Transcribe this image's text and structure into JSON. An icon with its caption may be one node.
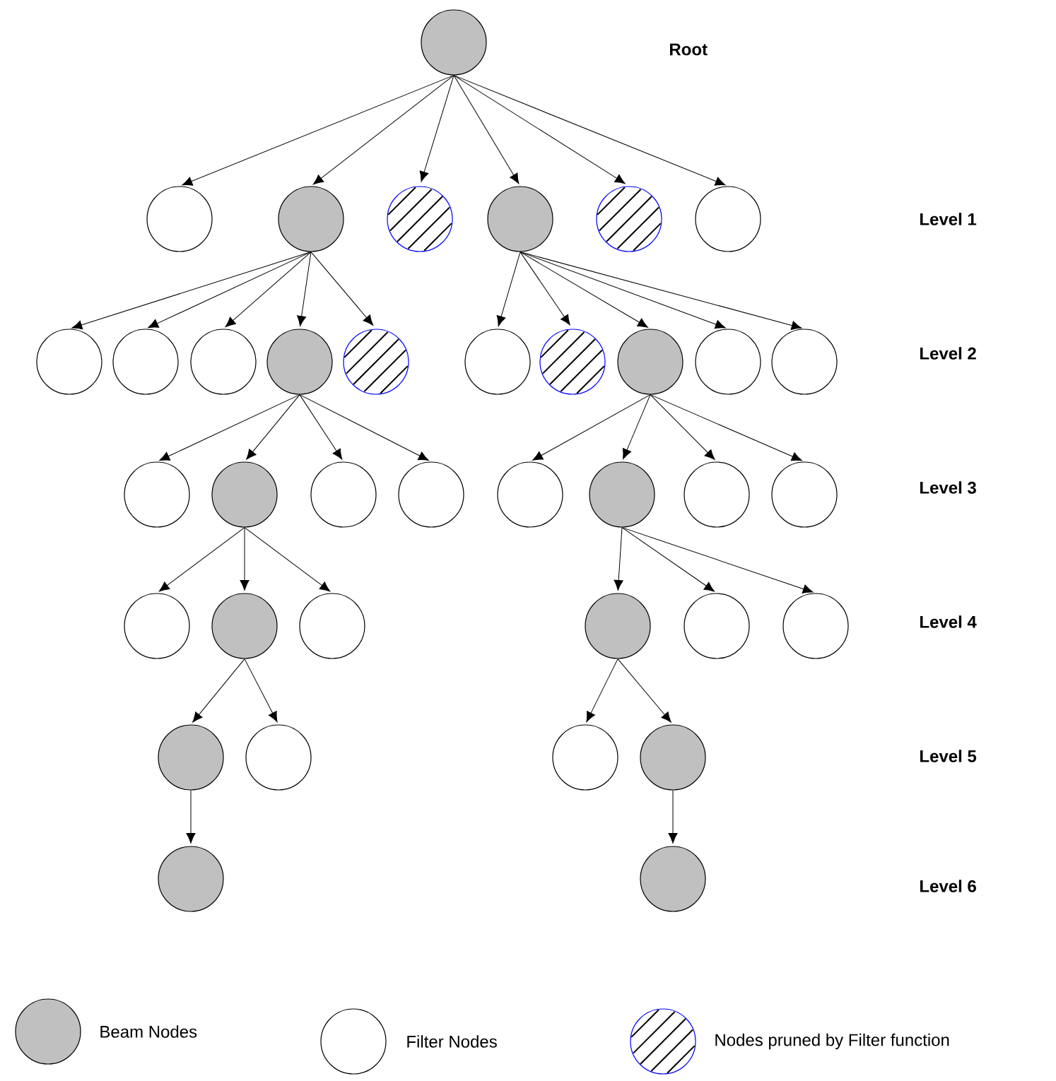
{
  "diagram": {
    "nodes": [
      {
        "text": [],
        "shape": "circle"
      },
      {
        "text": [],
        "shape": "circle"
      },
      {
        "text": [],
        "shape": "circle"
      },
      {
        "text": [],
        "shape": "circle"
      },
      {
        "text": [],
        "shape": "circle"
      },
      {
        "text": [],
        "shape": "circle"
      },
      {
        "text": [],
        "shape": "circle"
      },
      {
        "text": [],
        "shape": "circle"
      },
      {
        "text": [],
        "shape": "circle"
      },
      {
        "text": [],
        "shape": "circle"
      },
      {
        "text": [],
        "shape": "circle"
      },
      {
        "text": [],
        "shape": "circle"
      },
      {
        "text": [],
        "shape": "circle"
      },
      {
        "text": [],
        "shape": "circle"
      },
      {
        "text": [],
        "shape": "circle"
      },
      {
        "text": [],
        "shape": "circle"
      },
      {
        "text": [],
        "shape": "circle"
      },
      {
        "text": [],
        "shape": "circle"
      },
      {
        "text": [],
        "shape": "circle"
      },
      {
        "text": [],
        "shape": "circle"
      },
      {
        "text": [],
        "shape": "circle"
      },
      {
        "text": [],
        "shape": "circle"
      },
      {
        "text": [],
        "shape": "circle"
      },
      {
        "text": [],
        "shape": "circle"
      },
      {
        "text": [],
        "shape": "circle"
      },
      {
        "text": [],
        "shape": "circle"
      },
      {
        "text": [],
        "shape": "circle"
      },
      {
        "text": [],
        "shape": "circle"
      },
      {
        "text": [],
        "shape": "circle"
      },
      {
        "text": [],
        "shape": "circle"
      },
      {
        "text": [],
        "shape": "circle"
      },
      {
        "text": [],
        "shape": "circle"
      },
      {
        "text": [],
        "shape": "circle"
      },
      {
        "text": [],
        "shape": "circle"
      },
      {
        "text": [],
        "shape": "circle"
      },
      {
        "text": [],
        "shape": "circle"
      },
      {
        "text": [],
        "shape": "circle"
      }
    ],
    "edges": [
      {
        "from": 0,
        "to": 1,
        "arrow": "to"
      },
      {
        "from": 0,
        "to": 2,
        "arrow": "to"
      },
      {
        "from": 0,
        "to": 3,
        "arrow": "to"
      },
      {
        "from": 0,
        "to": 4,
        "arrow": "to"
      },
      {
        "from": 0,
        "to": 5,
        "arrow": "to"
      },
      {
        "from": 0,
        "to": 6,
        "arrow": "to"
      },
      {
        "from": 2,
        "to": 7,
        "arrow": "to"
      },
      {
        "from": 2,
        "to": 8,
        "arrow": "to"
      },
      {
        "from": 2,
        "to": 9,
        "arrow": "to"
      },
      {
        "from": 2,
        "to": 10,
        "arrow": "to"
      },
      {
        "from": 2,
        "to": 11,
        "arrow": "to"
      },
      {
        "from": 4,
        "to": 12,
        "arrow": "to"
      },
      {
        "from": 4,
        "to": 13,
        "arrow": "to"
      },
      {
        "from": 4,
        "to": 14,
        "arrow": "to"
      },
      {
        "from": 4,
        "to": 15,
        "arrow": "to"
      },
      {
        "from": 4,
        "to": 16,
        "arrow": "to"
      },
      {
        "from": 10,
        "to": 17,
        "arrow": "to"
      },
      {
        "from": 10,
        "to": 18,
        "arrow": "to"
      },
      {
        "from": 10,
        "to": 19,
        "arrow": "to"
      },
      {
        "from": 10,
        "to": 20,
        "arrow": "to"
      },
      {
        "from": 14,
        "to": 21,
        "arrow": "to"
      },
      {
        "from": 14,
        "to": 22,
        "arrow": "to"
      },
      {
        "from": 14,
        "to": 23,
        "arrow": "to"
      },
      {
        "from": 14,
        "to": 24,
        "arrow": "to"
      },
      {
        "from": 18,
        "to": 25,
        "arrow": "to"
      },
      {
        "from": 18,
        "to": 26,
        "arrow": "to"
      },
      {
        "from": 18,
        "to": 27,
        "arrow": "to"
      },
      {
        "from": 22,
        "to": 28,
        "arrow": "to"
      },
      {
        "from": 22,
        "to": 29,
        "arrow": "to"
      },
      {
        "from": 22,
        "to": 30,
        "arrow": "to"
      },
      {
        "from": 26,
        "to": 31,
        "arrow": "to"
      },
      {
        "from": 26,
        "to": 32,
        "arrow": "to"
      },
      {
        "from": 28,
        "to": 33,
        "arrow": "to"
      },
      {
        "from": 28,
        "to": 34,
        "arrow": "to"
      },
      {
        "from": 31,
        "to": 35,
        "arrow": "to"
      },
      {
        "from": 34,
        "to": 36,
        "arrow": "to"
      }
    ],
    "labels": [
      "Root",
      "Level 1",
      "Level 2",
      "Level 3",
      "Level 4",
      "Level 5",
      "Level 6"
    ],
    "legend": [
      {
        "text": "Beam Nodes",
        "color": "#c0c0c0"
      },
      {
        "text": "Filter Nodes"
      },
      {
        "text": "Nodes pruned by Filter function"
      }
    ]
  }
}
